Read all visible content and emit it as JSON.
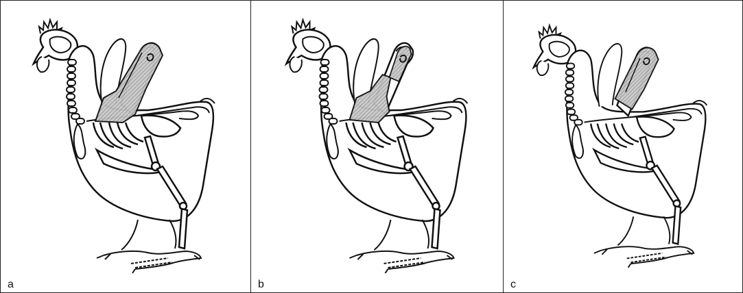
{
  "panels": [
    {
      "label": "a",
      "highlight": "wing-and-pectoral-region"
    },
    {
      "label": "b",
      "highlight": "shoulder-and-upper-wing"
    },
    {
      "label": "c",
      "highlight": "upper-wing"
    }
  ],
  "colors": {
    "line": "#111111",
    "hatch": "#9a9a9a",
    "background": "#ffffff"
  }
}
